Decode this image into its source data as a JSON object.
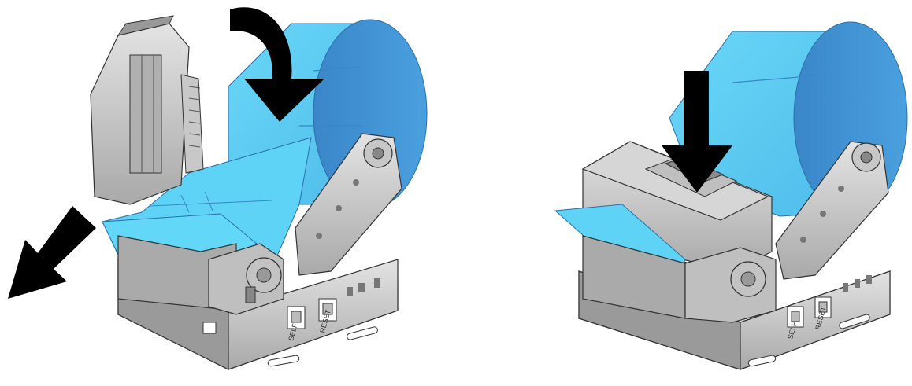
{
  "illustrations": [
    {
      "id": "printer-open-loading",
      "button_labels": [
        "SELF",
        "RESET"
      ],
      "arrows": [
        "rotate-arrow",
        "pull-out-arrow"
      ]
    },
    {
      "id": "printer-closed",
      "button_labels": [
        "SELF",
        "RESET"
      ],
      "arrows": [
        "press-down-arrow"
      ]
    }
  ],
  "colors": {
    "paper_light": "#5fd3f5",
    "paper_mid": "#49b3e6",
    "paper_dark": "#3a86c8",
    "metal_light": "#d9d9d9",
    "metal_mid": "#b5b5b5",
    "metal_dark": "#7d7d7d",
    "outline": "#333333",
    "arrow": "#000000"
  }
}
